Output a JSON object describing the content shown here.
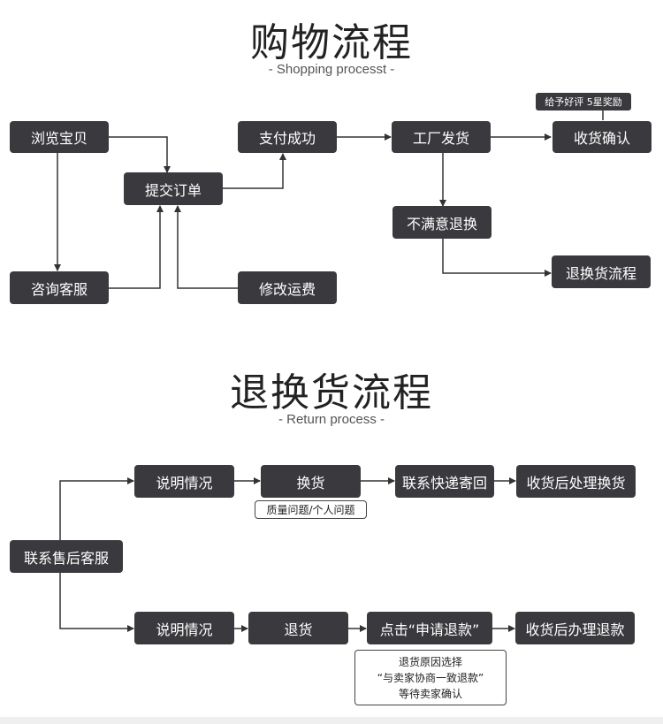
{
  "shopping": {
    "title": "购物流程",
    "subtitle": "- Shopping processt -",
    "nodes": {
      "browse": "浏览宝贝",
      "consult": "咨询客服",
      "submit": "提交订单",
      "pay": "支付成功",
      "modify": "修改运费",
      "ship": "工厂发货",
      "unsatisfied": "不满意退换",
      "confirm": "收货确认",
      "return_flow": "退换货流程"
    },
    "tag": "给予好评 5星奖励"
  },
  "returns": {
    "title": "退换货流程",
    "subtitle": "- Return process -",
    "nodes": {
      "contact": "联系售后客服",
      "explain_top": "说明情况",
      "exchange": "换货",
      "contact_courier": "联系快递寄回",
      "received_exchange": "收货后处理换货",
      "explain_bottom": "说明情况",
      "refund": "退货",
      "apply_refund": "点击“申请退款”",
      "received_refund": "收货后办理退款"
    },
    "exchange_note": "质量问题/个人问题",
    "refund_note": {
      "line1": "退货原因选择",
      "line2": "“与卖家协商一致退款”",
      "line3": "等待卖家确认"
    }
  }
}
